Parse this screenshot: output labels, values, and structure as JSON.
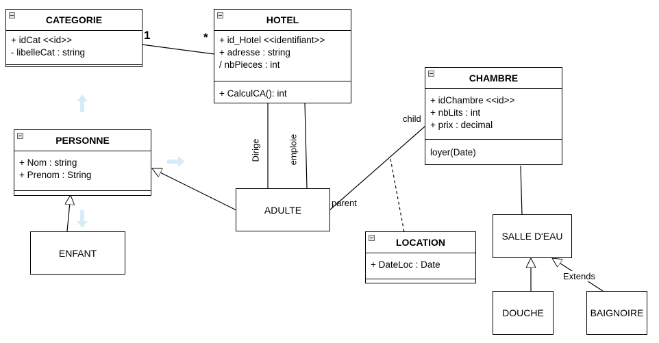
{
  "classes": {
    "categorie": {
      "title": "CATEGORIE",
      "attributes": [
        "+ idCat <<id>>",
        "- libelleCat : string"
      ]
    },
    "hotel": {
      "title": "HOTEL",
      "attributes": [
        "+ id_Hotel <<identifiant>>",
        "+ adresse : string",
        "/ nbPieces : int"
      ],
      "operations": [
        "+ CalculCA(): int"
      ]
    },
    "personne": {
      "title": "PERSONNE",
      "attributes": [
        "+ Nom : string",
        "+ Prenom : String"
      ]
    },
    "chambre": {
      "title": "CHAMBRE",
      "attributes": [
        "+ idChambre <<id>>",
        "+ nbLits : int",
        "+ prix : decimal"
      ],
      "operations": [
        "loyer(Date)"
      ]
    },
    "location": {
      "title": "LOCATION",
      "attributes": [
        "+ DateLoc : Date"
      ]
    }
  },
  "simple_boxes": {
    "adulte": "ADULTE",
    "enfant": "ENFANT",
    "salle_deau": "SALLE D'EAU",
    "douche": "DOUCHE",
    "baignoire": "BAIGNOIRE"
  },
  "labels": {
    "mult_one": "1",
    "mult_many": "*",
    "dirige": "Dirige",
    "emploie": "emploie",
    "child": "child",
    "parent": "parent",
    "extends": "Extends"
  },
  "colors": {
    "line": "#000000",
    "ghost_arrow": "#d6ecf8"
  }
}
